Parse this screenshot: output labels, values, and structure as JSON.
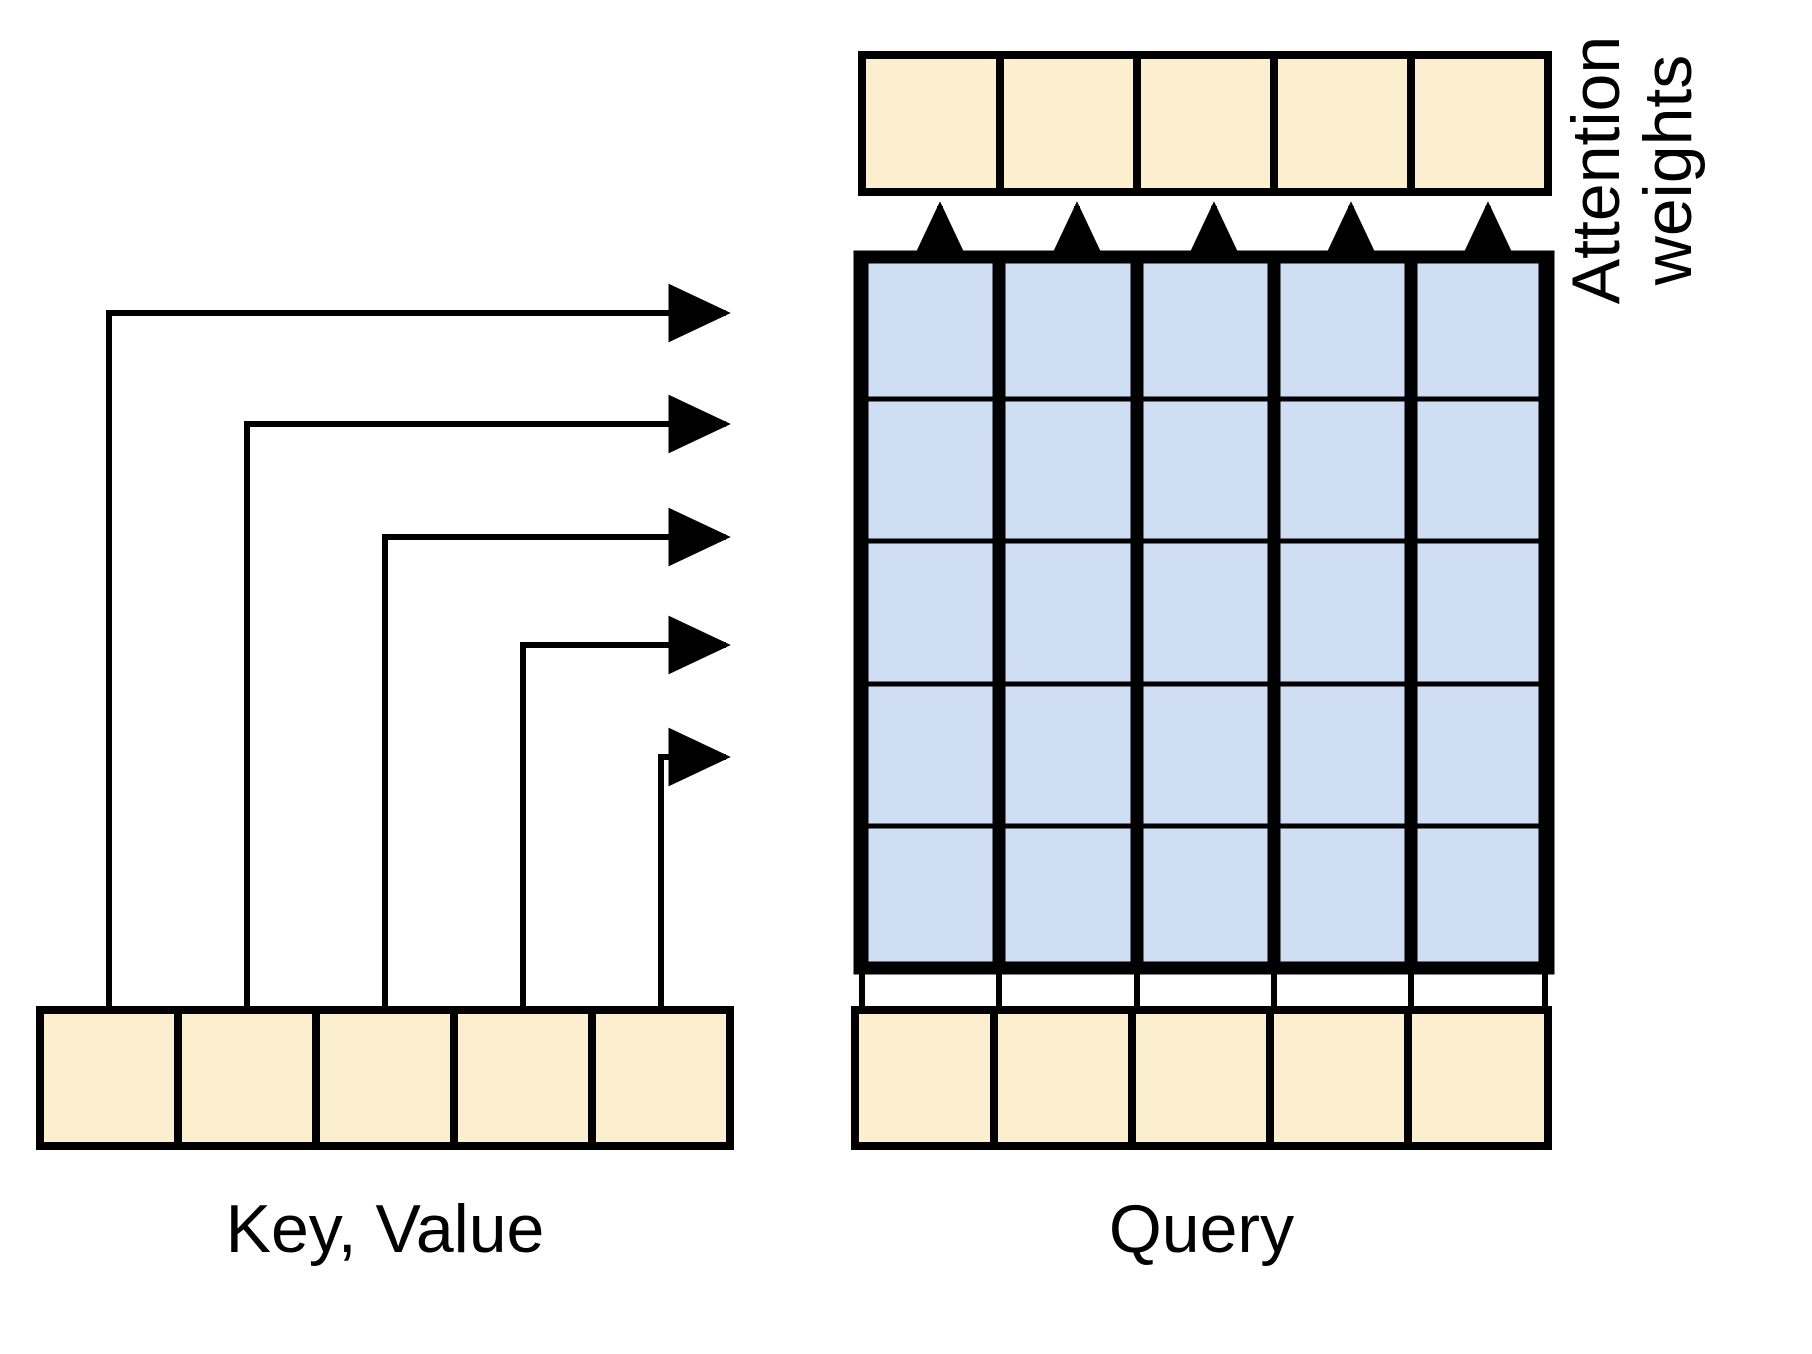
{
  "diagram": {
    "title": "Cross-attention between Key/Value sequence and Query sequence",
    "type": "attention-matrix-diagram",
    "colors": {
      "token_fill": "#FBEFCF",
      "attention_fill": "#CFDEF3",
      "stroke": "#000000",
      "background": "#FFFFFF"
    },
    "labels": {
      "key_value": "Key, Value",
      "query": "Query",
      "attention_weights_line1": "Attention",
      "attention_weights_line2": "weights"
    },
    "rows": {
      "output": {
        "name": "output-row",
        "cells": 5,
        "fill": "#FBEFCF"
      },
      "key_value": {
        "name": "key-value-row",
        "cells": 5,
        "fill": "#FBEFCF"
      },
      "query": {
        "name": "query-row",
        "cells": 5,
        "fill": "#FBEFCF"
      }
    },
    "matrix": {
      "name": "attention-weight-matrix",
      "rows": 5,
      "cols": 5,
      "fill": "#CFDEF3",
      "column_separator_weight": "thick",
      "row_separator_weight": "thin"
    },
    "connections": {
      "key_value_to_matrix": {
        "count": 5,
        "direction": "right",
        "style": "elbow-arrow"
      },
      "matrix_to_output": {
        "count": 5,
        "direction": "up",
        "style": "arrow"
      },
      "query_to_matrix": {
        "count": 6,
        "direction": "up",
        "style": "plain-line"
      }
    }
  }
}
